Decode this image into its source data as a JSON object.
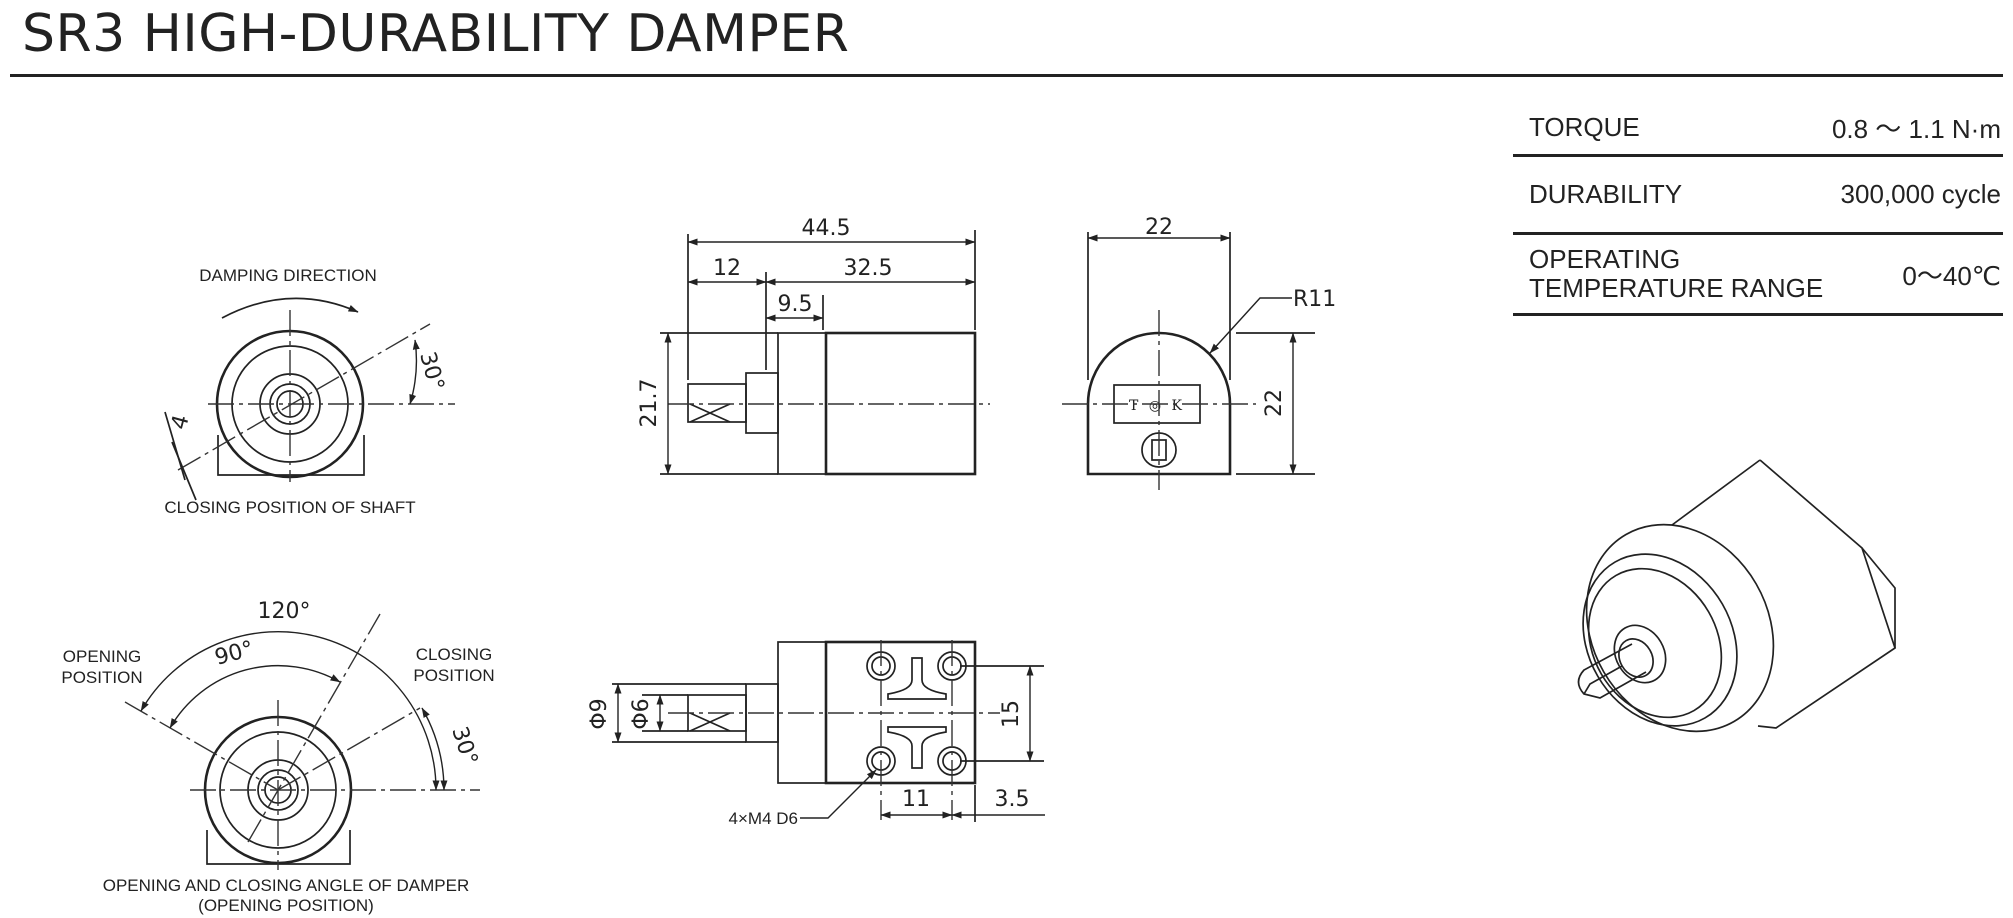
{
  "title": "SR3  HIGH-DURABILITY DAMPER",
  "specs": [
    {
      "label": "TORQUE",
      "value": "0.8 ～ 1.1 N·m"
    },
    {
      "label": "DURABILITY",
      "value": "300,000 cycle"
    },
    {
      "label": "OPERATING\nTEMPERATURE RANGE",
      "value": "0～40℃"
    }
  ],
  "labels": {
    "damping_direction": "DAMPING DIRECTION",
    "closing_position_of_shaft": "CLOSING POSITION OF SHAFT",
    "opening_position": [
      "OPENING",
      "POSITION"
    ],
    "closing_position": [
      "CLOSING",
      "POSITION"
    ],
    "angle_caption": [
      "OPENING AND CLOSING ANGLE OF DAMPER",
      "(OPENING POSITION)"
    ],
    "hole_callout": "4×M4 D6",
    "logo": "T ◎ K"
  },
  "dimensions": {
    "total_length": "44.5",
    "shaft_length": "12",
    "body_length": "32.5",
    "flange_length": "9.5",
    "height_side": "21.7",
    "width_front": "22",
    "height_front": "22",
    "radius": "R11",
    "angle_30_top": "30°",
    "flat_width": "4",
    "angle_120": "120°",
    "angle_90": "90°",
    "angle_30_bottom": "30°",
    "flange_dia": "Φ9",
    "shaft_dia": "Φ6",
    "hole_pitch_v": "15",
    "hole_pitch_h": "11",
    "hole_edge": "3.5"
  }
}
